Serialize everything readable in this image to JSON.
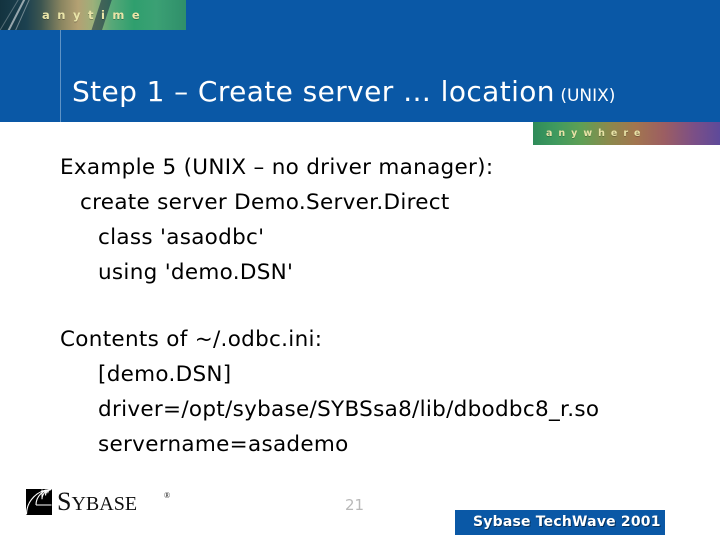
{
  "slide": {
    "page_number": "21",
    "header_color": "#0a58a6",
    "background_color": "#ffffff",
    "title_color": "#ffffff",
    "body_text_color": "#000000"
  },
  "branding": {
    "anytime_label": "anytime",
    "anywhere_label": "anywhere",
    "logo_wordmark_s": "S",
    "logo_wordmark_rest": "YBASE",
    "logo_trademark": "®",
    "techwave_label": "Sybase TechWave 2001"
  },
  "title": {
    "main": "Step 1 – Create server … location",
    "suffix": "(UNIX)"
  },
  "body": {
    "blocks": [
      {
        "lines": [
          {
            "text": "Example 5 (UNIX – no driver manager):",
            "level": 0
          },
          {
            "text": "create server Demo.Server.Direct",
            "level": 1
          },
          {
            "text": "class 'asaodbc'",
            "level": 2
          },
          {
            "text": "using 'demo.DSN'",
            "level": 2
          }
        ]
      },
      {
        "lines": [
          {
            "text": "Contents of ~/.odbc.ini:",
            "level": 0
          },
          {
            "text": "[demo.DSN]",
            "level": 2
          },
          {
            "text": "driver=/opt/sybase/SYBSsa8/lib/dbodbc8_r.so",
            "level": 2
          },
          {
            "text": "servername=asademo",
            "level": 2
          }
        ]
      }
    ]
  }
}
